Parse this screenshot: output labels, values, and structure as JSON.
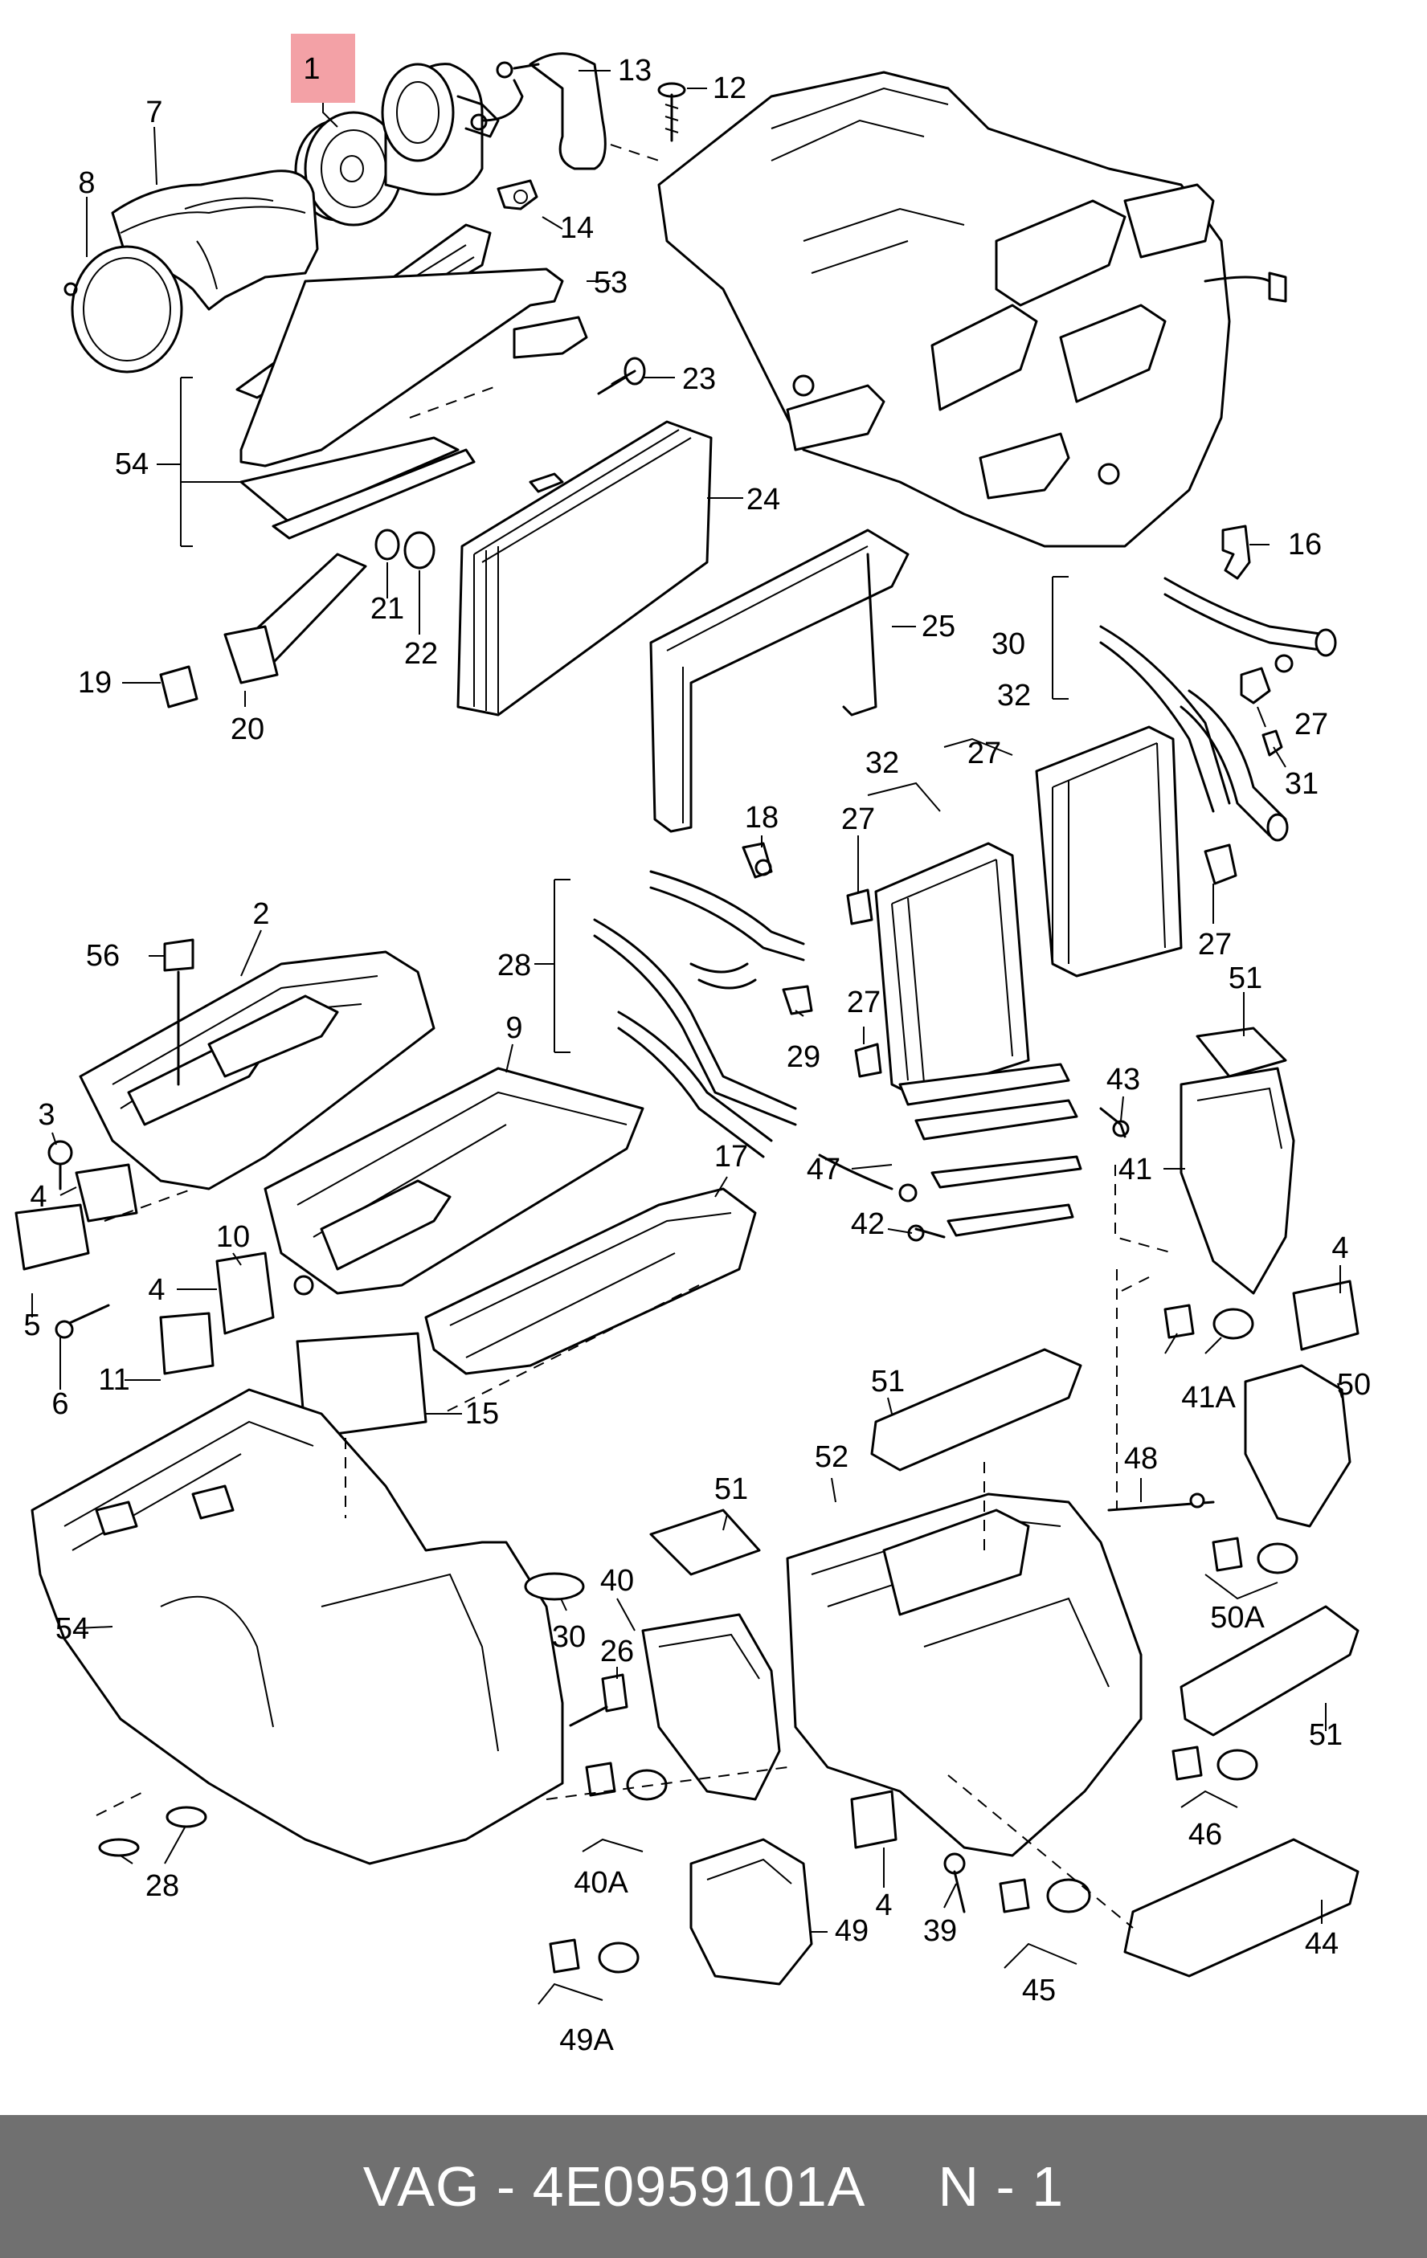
{
  "highlight": {
    "label": "1",
    "color": "#f3a1a6"
  },
  "callouts": [
    {
      "id": "c1",
      "text": "1"
    },
    {
      "id": "c7",
      "text": "7"
    },
    {
      "id": "c8",
      "text": "8"
    },
    {
      "id": "c13",
      "text": "13"
    },
    {
      "id": "c12",
      "text": "12"
    },
    {
      "id": "c14",
      "text": "14"
    },
    {
      "id": "c53",
      "text": "53"
    },
    {
      "id": "c23",
      "text": "23"
    },
    {
      "id": "c54a",
      "text": "54"
    },
    {
      "id": "c24",
      "text": "24"
    },
    {
      "id": "c21",
      "text": "21"
    },
    {
      "id": "c22",
      "text": "22"
    },
    {
      "id": "c19",
      "text": "19"
    },
    {
      "id": "c20",
      "text": "20"
    },
    {
      "id": "c16",
      "text": "16"
    },
    {
      "id": "c25",
      "text": "25"
    },
    {
      "id": "c30a",
      "text": "30"
    },
    {
      "id": "c27a",
      "text": "27"
    },
    {
      "id": "c32a",
      "text": "32"
    },
    {
      "id": "c27b",
      "text": "27"
    },
    {
      "id": "c31",
      "text": "31"
    },
    {
      "id": "c32b",
      "text": "32"
    },
    {
      "id": "c18",
      "text": "18"
    },
    {
      "id": "c27c",
      "text": "27"
    },
    {
      "id": "c27d",
      "text": "27"
    },
    {
      "id": "c2",
      "text": "2"
    },
    {
      "id": "c56",
      "text": "56"
    },
    {
      "id": "c28a",
      "text": "28"
    },
    {
      "id": "c51a",
      "text": "51"
    },
    {
      "id": "c9",
      "text": "9"
    },
    {
      "id": "c29",
      "text": "29"
    },
    {
      "id": "c27e",
      "text": "27"
    },
    {
      "id": "c3",
      "text": "3"
    },
    {
      "id": "c43",
      "text": "43"
    },
    {
      "id": "c4a",
      "text": "4"
    },
    {
      "id": "c47",
      "text": "47"
    },
    {
      "id": "c41",
      "text": "41"
    },
    {
      "id": "c17",
      "text": "17"
    },
    {
      "id": "c42",
      "text": "42"
    },
    {
      "id": "c10",
      "text": "10"
    },
    {
      "id": "c4b",
      "text": "4"
    },
    {
      "id": "c4c",
      "text": "4"
    },
    {
      "id": "c5",
      "text": "5"
    },
    {
      "id": "c6",
      "text": "6"
    },
    {
      "id": "c11",
      "text": "11"
    },
    {
      "id": "c41a",
      "text": "41A"
    },
    {
      "id": "c50",
      "text": "50"
    },
    {
      "id": "c15",
      "text": "15"
    },
    {
      "id": "c51b",
      "text": "51"
    },
    {
      "id": "c52",
      "text": "52"
    },
    {
      "id": "c51c",
      "text": "51"
    },
    {
      "id": "c48",
      "text": "48"
    },
    {
      "id": "c40",
      "text": "40"
    },
    {
      "id": "c54b",
      "text": "54"
    },
    {
      "id": "c30b",
      "text": "30"
    },
    {
      "id": "c26",
      "text": "26"
    },
    {
      "id": "c50a",
      "text": "50A"
    },
    {
      "id": "c51d",
      "text": "51"
    },
    {
      "id": "c40a",
      "text": "40A"
    },
    {
      "id": "c46",
      "text": "46"
    },
    {
      "id": "c28b",
      "text": "28"
    },
    {
      "id": "c4d",
      "text": "4"
    },
    {
      "id": "c39",
      "text": "39"
    },
    {
      "id": "c49",
      "text": "49"
    },
    {
      "id": "c44",
      "text": "44"
    },
    {
      "id": "c45",
      "text": "45"
    },
    {
      "id": "c49a",
      "text": "49A"
    }
  ],
  "footer": {
    "brand": "VAG",
    "separator": "-",
    "part_number": "4E0959101A",
    "note": "N - 1"
  }
}
